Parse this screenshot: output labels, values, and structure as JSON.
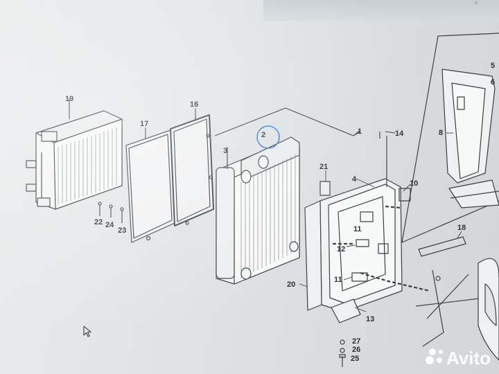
{
  "header": {
    "text": "",
    "corner": "×"
  },
  "callouts": {
    "c1": "1",
    "c2": "2",
    "c3": "3",
    "c4": "4",
    "c5": "5",
    "c6": "6",
    "c8": "8",
    "c10": "10",
    "c11a": "11",
    "c11b": "11",
    "c12": "12",
    "c13": "13",
    "c14": "14",
    "c16": "16",
    "c17": "17",
    "c18": "18",
    "c19": "19",
    "c20": "20",
    "c21": "21",
    "c22": "22",
    "c23": "23",
    "c24": "24",
    "c25": "25",
    "c26": "26",
    "c27": "27"
  },
  "watermark": {
    "text": "Avito"
  },
  "colors": {
    "line": "#3a3e42",
    "highlight": "#3a7bd5",
    "background": "#e6e8ea"
  },
  "icons": {
    "cursor": "mouse-pointer-icon",
    "watermark_logo": "avito-logo-icon"
  }
}
